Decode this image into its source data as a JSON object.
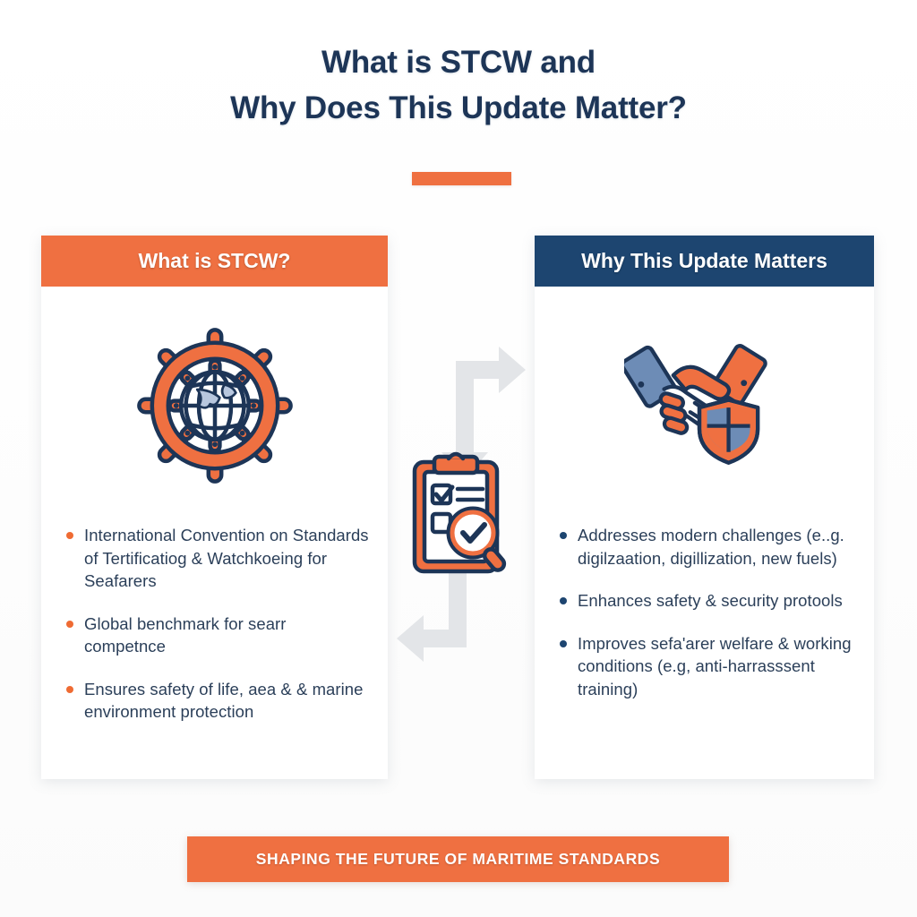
{
  "title": {
    "line1": "What is STCW and",
    "line2": "Why Does This Update Matter?"
  },
  "colors": {
    "orange": "#ef7041",
    "navy": "#1d4570",
    "title_navy": "#1d3557",
    "body_text": "#2b3f59",
    "arrow_gray": "#e2e4e7",
    "background": "#ffffff"
  },
  "cards": {
    "left": {
      "header": "What is STCW?",
      "icon_name": "ships-wheel-globe-icon",
      "bullets": [
        "International Convention on Standards of Tertificatiog & Watchkoeing for Seafarers",
        "Global benchmark for searr competnce",
        "Ensures safety of life, aea & & marine environment protection"
      ]
    },
    "right": {
      "header": "Why This Update Matters",
      "icon_name": "handshake-shield-icon",
      "bullets": [
        "Addresses modern challenges (e..g. digilzaation, digillization, new fuels)",
        "Enhances safety & security protools",
        "Improves sefa'arer welfare & working conditions (e.g, anti-harrasssent training)"
      ]
    }
  },
  "center": {
    "icon_name": "clipboard-checklist-magnifier-icon",
    "arrow_top_name": "arrow-right-down-to-right-card",
    "arrow_bottom_name": "arrow-up-left-to-left-card"
  },
  "footer": {
    "banner_text": "SHAPING THE FUTURE OF MARITIME STANDARDS"
  }
}
